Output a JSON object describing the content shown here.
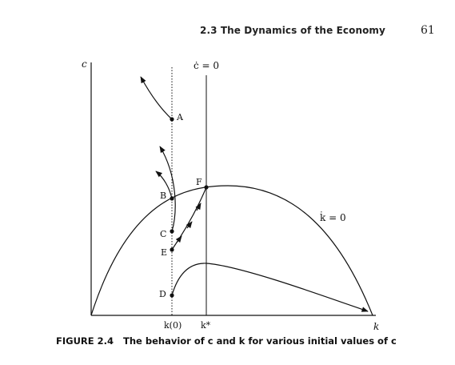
{
  "header": {
    "section": "2.3   The Dynamics of the Economy",
    "page_number": "61"
  },
  "figure": {
    "axis_labels": {
      "c": "c",
      "k": "k"
    },
    "curve_labels": {
      "cdot_zero": "ċ = 0",
      "kdot_zero": "k̇ = 0"
    },
    "tick_labels": {
      "k0": "k(0)",
      "kstar": "k*"
    },
    "points": [
      "A",
      "B",
      "C",
      "D",
      "E",
      "F"
    ]
  },
  "caption": {
    "label": "FIGURE 2.4",
    "text": "The behavior of c and k for various initial values of c"
  }
}
